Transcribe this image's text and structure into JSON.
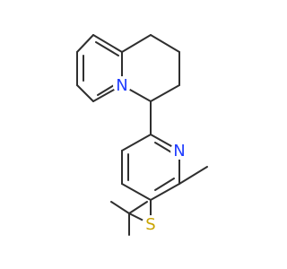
{
  "molecule": {
    "atoms": [
      {
        "name": "atom-n-quinoline",
        "label": "N",
        "color": "#1f3cff"
      },
      {
        "name": "atom-n-pyridine",
        "label": "N",
        "color": "#1f3cff"
      },
      {
        "name": "atom-s-thioether",
        "label": "S",
        "color": "#c9a400"
      }
    ]
  }
}
